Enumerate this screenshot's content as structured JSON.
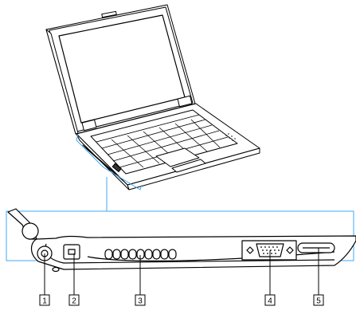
{
  "figure": {
    "callouts": [
      {
        "number": "1",
        "target": "dc-in-port"
      },
      {
        "number": "2",
        "target": "security-slot"
      },
      {
        "number": "3",
        "target": "air-vents"
      },
      {
        "number": "4",
        "target": "monitor-port"
      },
      {
        "number": "5",
        "target": "memory-stick-slot"
      }
    ],
    "colors": {
      "line": "#000000",
      "callout-frame": "#3fa9f5",
      "screen": "#ffffff",
      "body": "#ffffff"
    }
  }
}
